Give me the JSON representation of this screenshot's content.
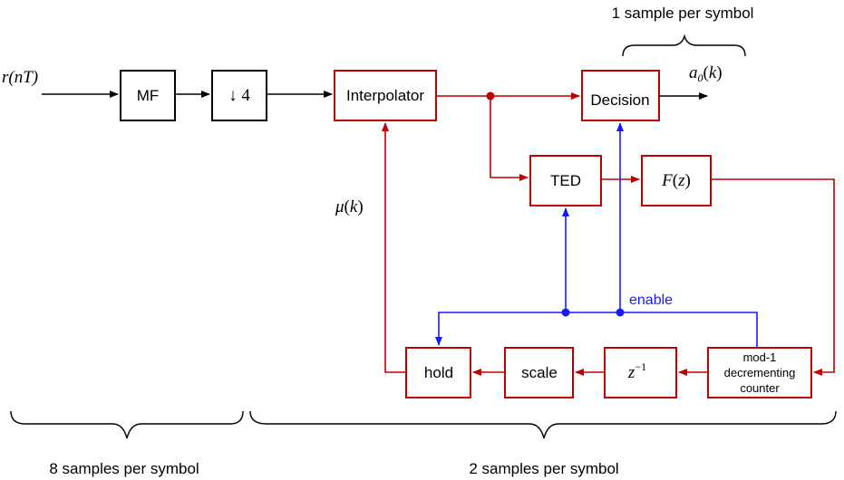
{
  "labels": {
    "top_rate": "1 sample per symbol",
    "left_rate": "8 samples per symbol",
    "right_rate": "2 samples per symbol",
    "input_signal": "r(nT)",
    "output_signal": "a0(k)",
    "mu": "μ(k)",
    "enable": "enable"
  },
  "blocks": {
    "mf": "MF",
    "downsample": "↓ 4",
    "interpolator": "Interpolator",
    "decision": "Decision",
    "ted": "TED",
    "loop_filter": "F(z)",
    "counter_line1": "mod-1",
    "counter_line2": "decrementing",
    "counter_line3": "counter",
    "delay": "z⁻¹",
    "scale": "scale",
    "hold": "hold"
  },
  "colors": {
    "loop_path": "#c00000",
    "enable_path": "#1a1aff",
    "main_path": "#000000"
  }
}
